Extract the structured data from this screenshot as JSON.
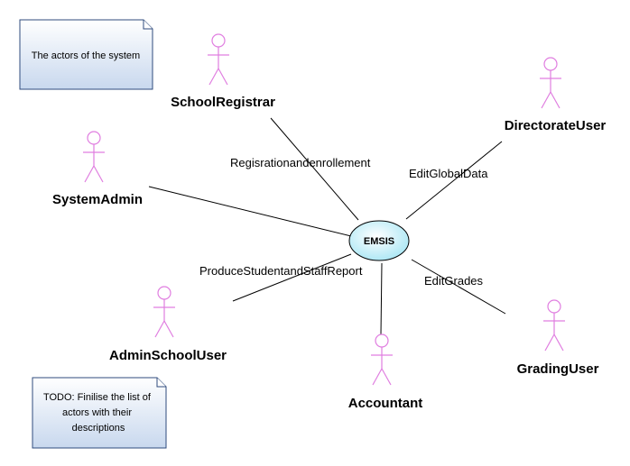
{
  "use_case": {
    "label": "EMSIS"
  },
  "actors": [
    {
      "id": "school-registrar",
      "name": "SchoolRegistrar"
    },
    {
      "id": "directorate-user",
      "name": "DirectorateUser"
    },
    {
      "id": "system-admin",
      "name": "SystemAdmin"
    },
    {
      "id": "admin-school-user",
      "name": "AdminSchoolUser"
    },
    {
      "id": "accountant",
      "name": "Accountant"
    },
    {
      "id": "grading-user",
      "name": "GradingUser"
    }
  ],
  "associations": [
    {
      "id": "registration",
      "label": "Regisrationandenrollement"
    },
    {
      "id": "edit-global-data",
      "label": "EditGlobalData"
    },
    {
      "id": "produce-report",
      "label": "ProduceStudentandStaffReport"
    },
    {
      "id": "edit-grades",
      "label": "EditGrades"
    }
  ],
  "notes": {
    "top": {
      "lines": [
        "The actors of the system"
      ]
    },
    "bottom": {
      "lines": [
        "TODO: Finilise the list of",
        "actors with their",
        "descriptions"
      ]
    }
  },
  "colors": {
    "actor_stroke": "#e07ee0",
    "note_fill_top": "#ffffff",
    "note_fill_bottom": "#c8d8ee",
    "note_stroke": "#2f4b7d",
    "usecase_fill_center": "#ffffff",
    "usecase_fill_edge": "#a8e6f4"
  }
}
